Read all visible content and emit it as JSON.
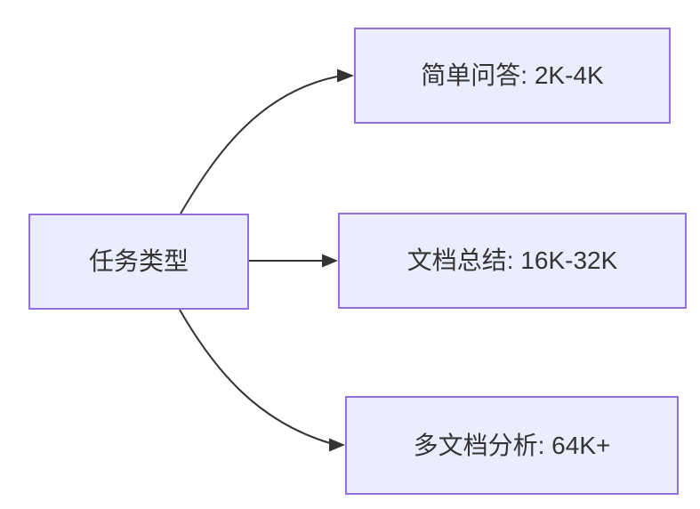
{
  "diagram": {
    "type": "flowchart-left-to-right",
    "colors": {
      "background": "#ffffff",
      "node_fill": "#ececff",
      "node_border": "#9370db",
      "edge_color": "#333333",
      "text_color": "#333333"
    },
    "root": {
      "label": "任务类型"
    },
    "branches": [
      {
        "label": "简单问答: 2K-4K"
      },
      {
        "label": "文档总结: 16K-32K"
      },
      {
        "label": "多文档分析: 64K+"
      }
    ],
    "edges": [
      {
        "from": "任务类型",
        "to": "简单问答: 2K-4K"
      },
      {
        "from": "任务类型",
        "to": "文档总结: 16K-32K"
      },
      {
        "from": "任务类型",
        "to": "多文档分析: 64K+"
      }
    ]
  }
}
